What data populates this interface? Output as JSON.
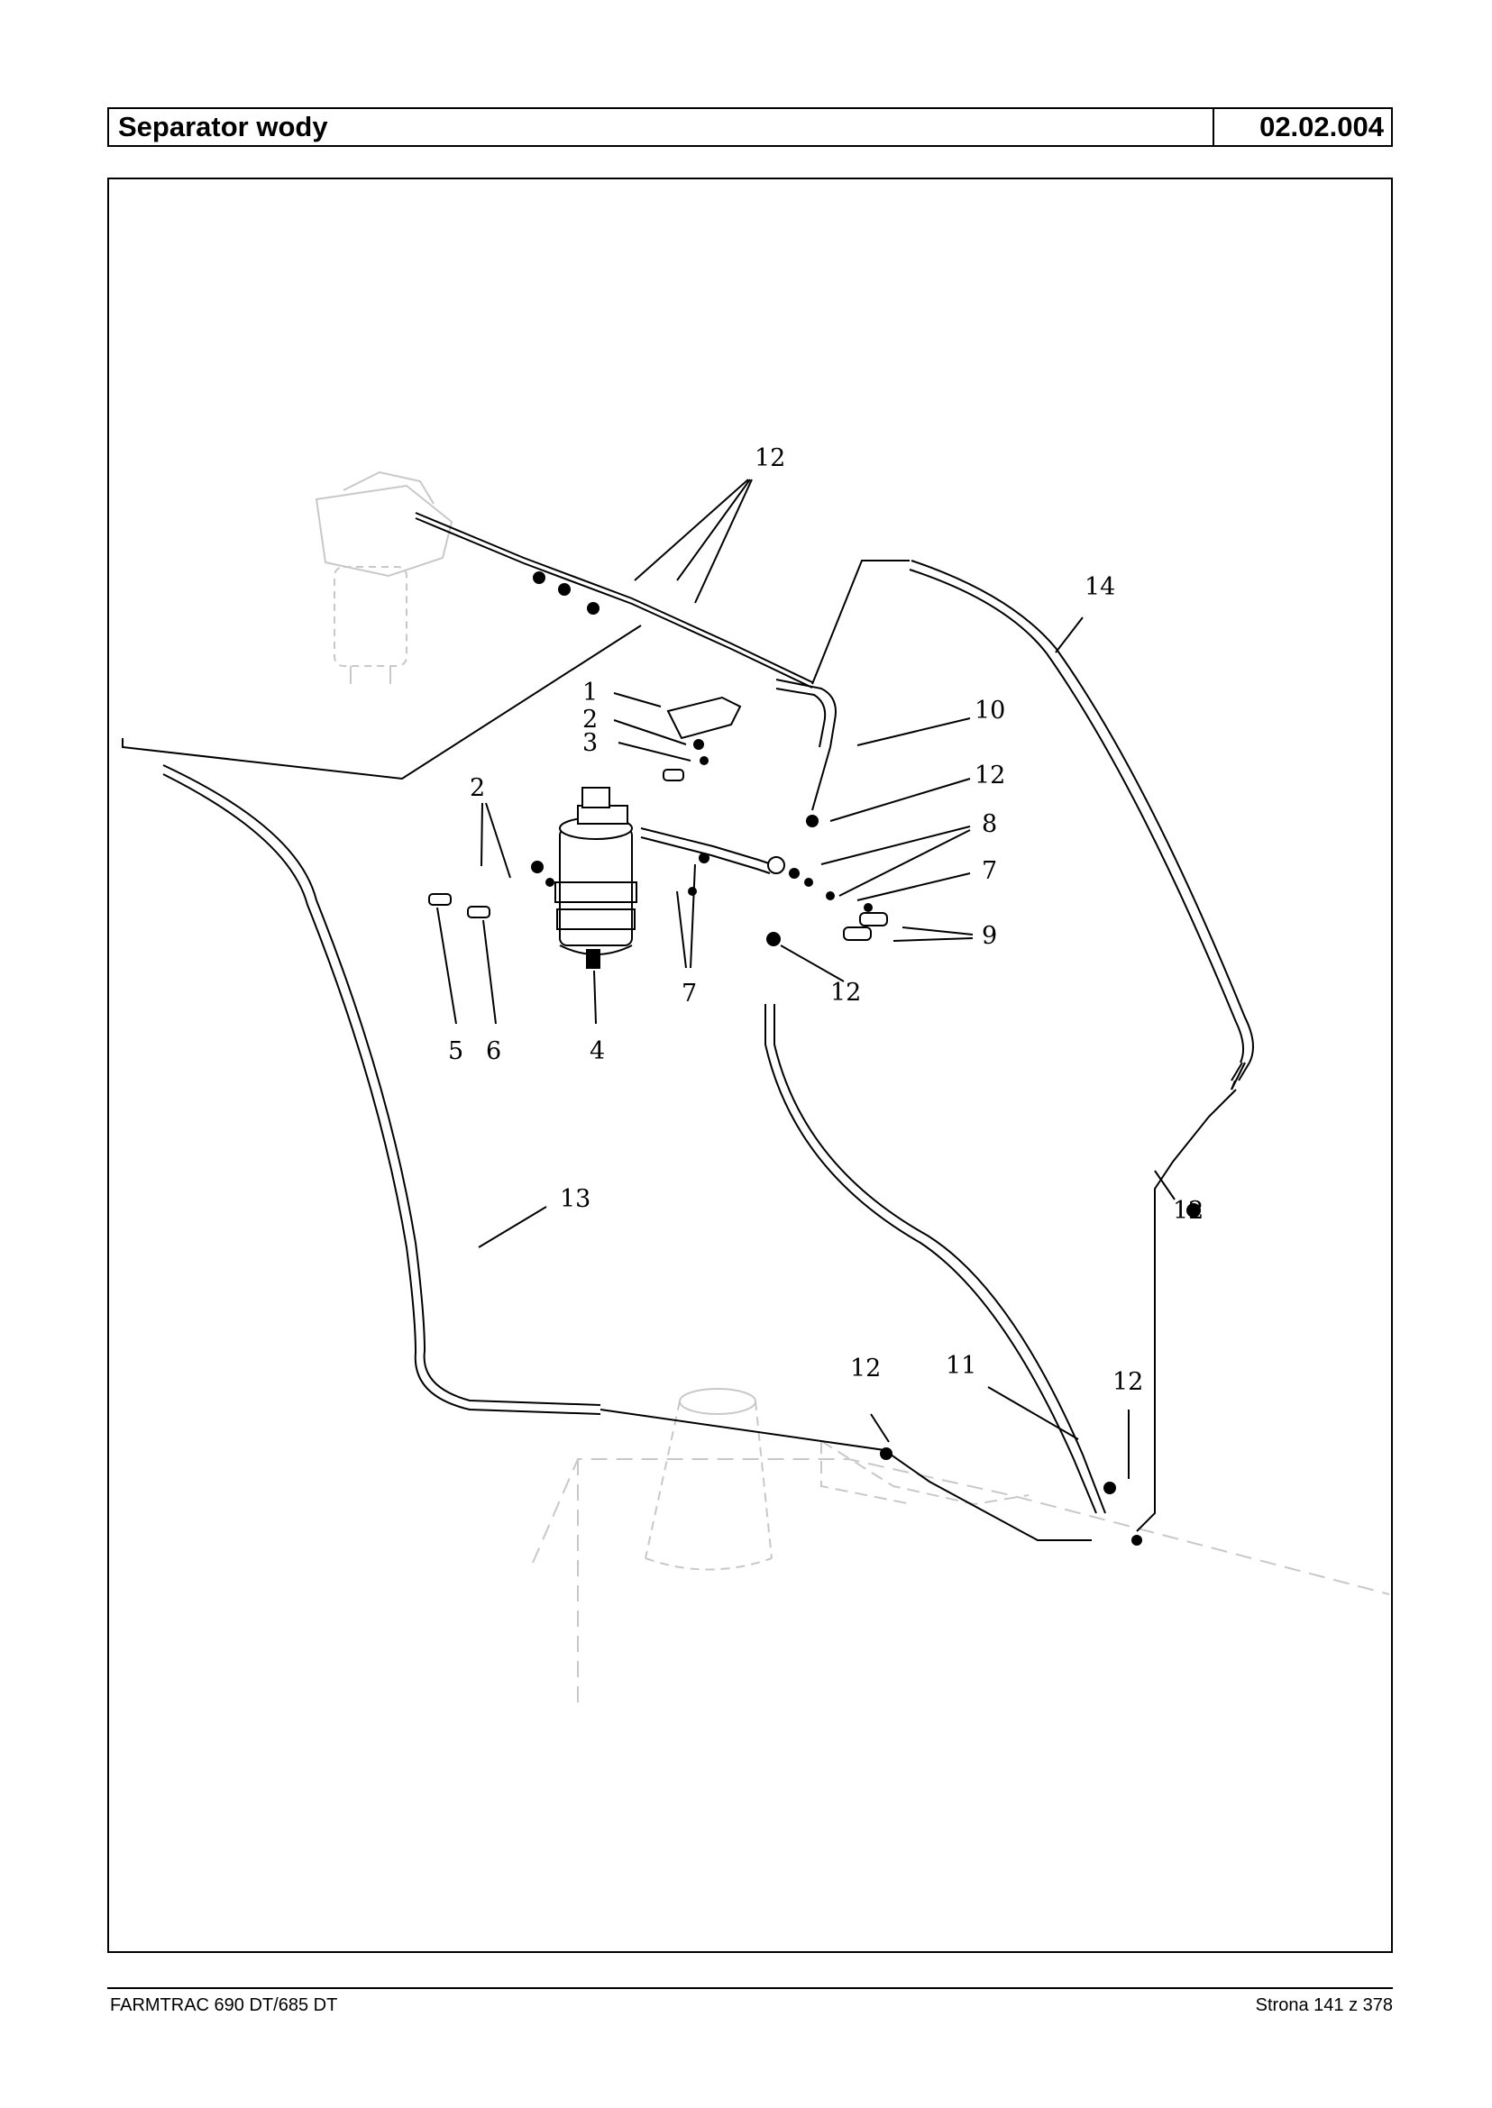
{
  "header": {
    "title": "Separator wody",
    "code": "02.02.004"
  },
  "diagram": {
    "callouts": [
      "12",
      "14",
      "1",
      "2",
      "3",
      "10",
      "12",
      "8",
      "7",
      "9",
      "2",
      "12",
      "7",
      "5",
      "6",
      "4",
      "13",
      "12",
      "12",
      "11",
      "12"
    ]
  },
  "footer": {
    "left": "FARMTRAC 690 DT/685 DT",
    "right": "Strona 141 z 378"
  }
}
